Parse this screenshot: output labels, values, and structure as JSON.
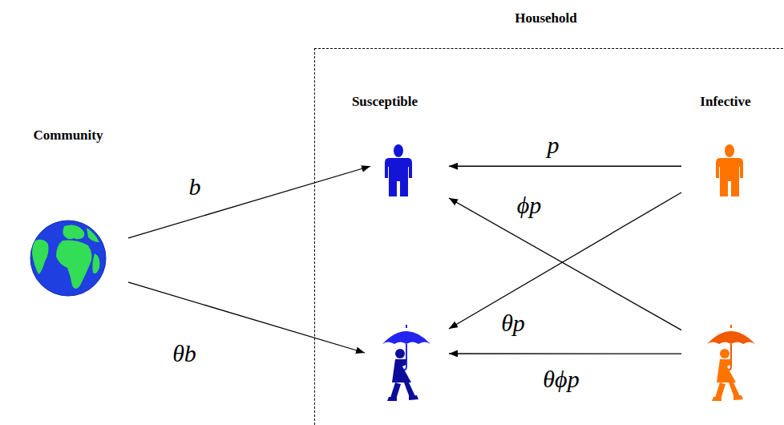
{
  "diagram": {
    "nodes": [
      {
        "text": [
          "Community"
        ]
      },
      {
        "text": [
          "Household"
        ]
      },
      {
        "text": [
          "Susceptible"
        ],
        "in": 1
      },
      {
        "text": [
          "Infective"
        ],
        "in": 1
      },
      {
        "text": [],
        "in": 1
      },
      {
        "text": [],
        "in": 1
      }
    ],
    "edges": [
      {
        "from": 0,
        "to": 2,
        "arrow": "to",
        "label": "b"
      },
      {
        "from": 0,
        "to": 4,
        "arrow": "to",
        "label": "θb"
      },
      {
        "from": 3,
        "to": 2,
        "arrow": "to",
        "label": "p"
      },
      {
        "from": 3,
        "to": 4,
        "arrow": "to",
        "label": "θp"
      },
      {
        "from": 5,
        "to": 2,
        "arrow": "to",
        "label": "ϕp"
      },
      {
        "from": 5,
        "to": 4,
        "arrow": "to",
        "label": "θϕp"
      }
    ]
  }
}
